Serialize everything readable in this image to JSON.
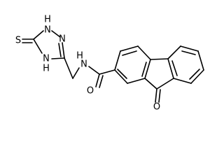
{
  "molecule": {
    "atoms": {
      "thione_s": "S",
      "triazole_n1h": "N",
      "triazole_n1h_h": "H",
      "triazole_n2": "N",
      "triazole_n4h": "N",
      "triazole_n4h_h": "H",
      "amide_nh": "N",
      "amide_nh_h": "H",
      "amide_o": "O",
      "ketone_o": "O"
    },
    "labels_text": {
      "h": "H",
      "n": "N",
      "s": "S",
      "o": "O"
    }
  }
}
